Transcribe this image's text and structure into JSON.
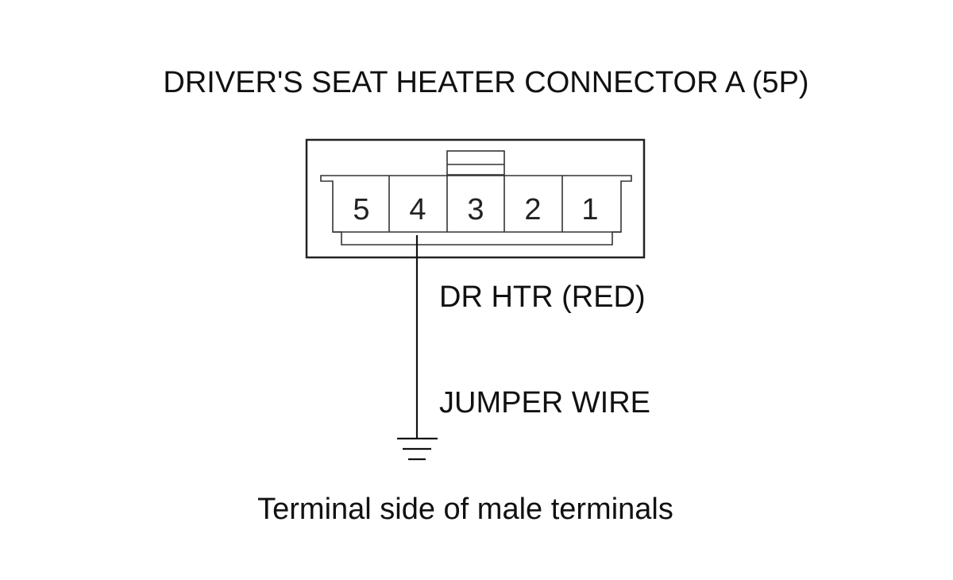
{
  "diagram": {
    "title": "DRIVER'S SEAT HEATER CONNECTOR A (5P)",
    "connector": {
      "pins": [
        "5",
        "4",
        "3",
        "2",
        "1"
      ]
    },
    "wire": {
      "label": "DR HTR (RED)",
      "pin": "4"
    },
    "jumper": {
      "label": "JUMPER WIRE"
    },
    "ground": {
      "icon": "ground-symbol-icon"
    },
    "caption": "Terminal side of male terminals",
    "colors": {
      "line": "#111111",
      "background": "#ffffff"
    }
  }
}
